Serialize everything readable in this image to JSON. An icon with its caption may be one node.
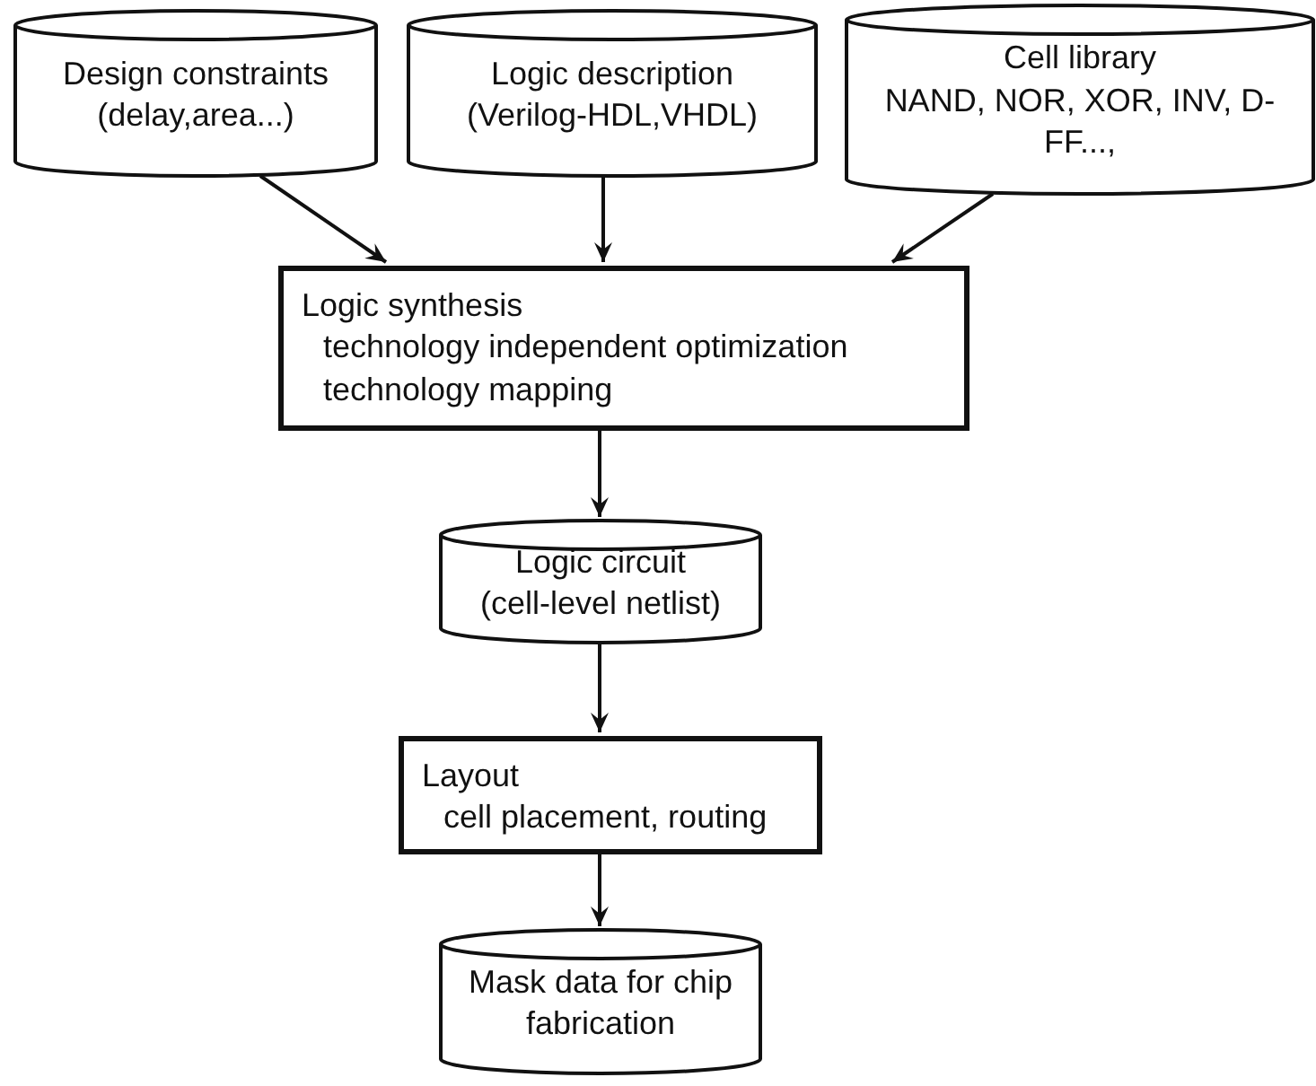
{
  "diagram": {
    "nodes": [
      {
        "text": [
          "Design constraints",
          "(delay,area...)"
        ]
      },
      {
        "text": [
          "Logic description",
          "(Verilog-HDL,VHDL)"
        ]
      },
      {
        "text": [
          "Cell library",
          "NAND, NOR, XOR, INV, D-FF...,"
        ]
      },
      {
        "text": [
          "Logic synthesis",
          "technology independent optimization",
          "technology mapping"
        ]
      },
      {
        "text": [
          "Logic circuit",
          "(cell-level netlist)"
        ]
      },
      {
        "text": [
          "Layout",
          "cell placement, routing"
        ]
      },
      {
        "text": [
          "Mask data for chip fabrication"
        ]
      }
    ],
    "edges": [
      {
        "from": 0,
        "to": 3,
        "arrow": "to"
      },
      {
        "from": 1,
        "to": 3,
        "arrow": "to"
      },
      {
        "from": 2,
        "to": 3,
        "arrow": "to"
      },
      {
        "from": 3,
        "to": 4,
        "arrow": "to"
      },
      {
        "from": 4,
        "to": 5,
        "arrow": "to"
      },
      {
        "from": 5,
        "to": 6,
        "arrow": "to"
      }
    ]
  }
}
